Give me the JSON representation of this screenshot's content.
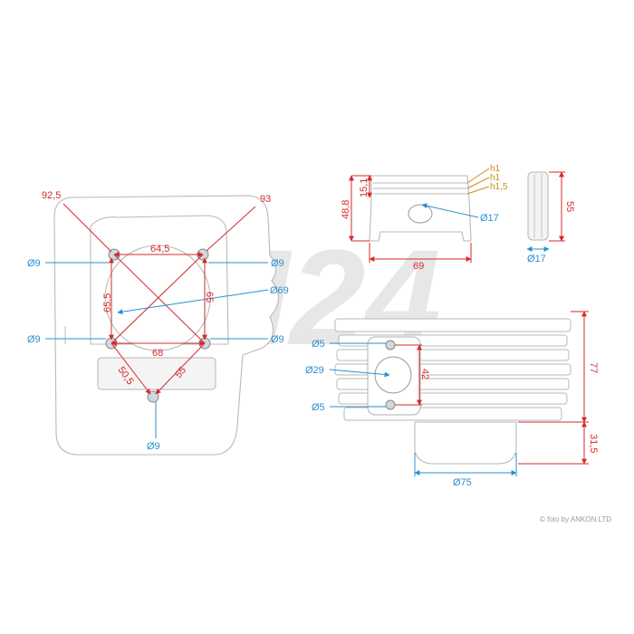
{
  "watermark": "M24",
  "credit": "© foto by ANKON.LTD",
  "base_view": {
    "diag_left": "92,5",
    "diag_right": "93",
    "hole_tl": "Ø9",
    "hole_tr": "Ø9",
    "hole_bl": "Ø9",
    "hole_br": "Ø9",
    "top_width": "64,5",
    "bottom_width": "68",
    "left_height": "65,5",
    "right_height": "65",
    "bore": "Ø69",
    "lower_left": "50,5",
    "lower_right": "55",
    "bottom_hole": "Ø9"
  },
  "piston_view": {
    "height": "48,8",
    "ring_zone": "15,1",
    "ring1": "h1",
    "ring2": "h1",
    "ring3": "h1,5",
    "pin_hole": "Ø17",
    "diameter": "69"
  },
  "pin_view": {
    "length": "55",
    "diameter": "Ø17"
  },
  "cylinder_view": {
    "stud_top": "Ø5",
    "port": "Ø29",
    "stud_bottom": "Ø5",
    "stud_spacing": "42",
    "height": "77",
    "skirt": "31,5",
    "skirt_diameter": "Ø75"
  }
}
